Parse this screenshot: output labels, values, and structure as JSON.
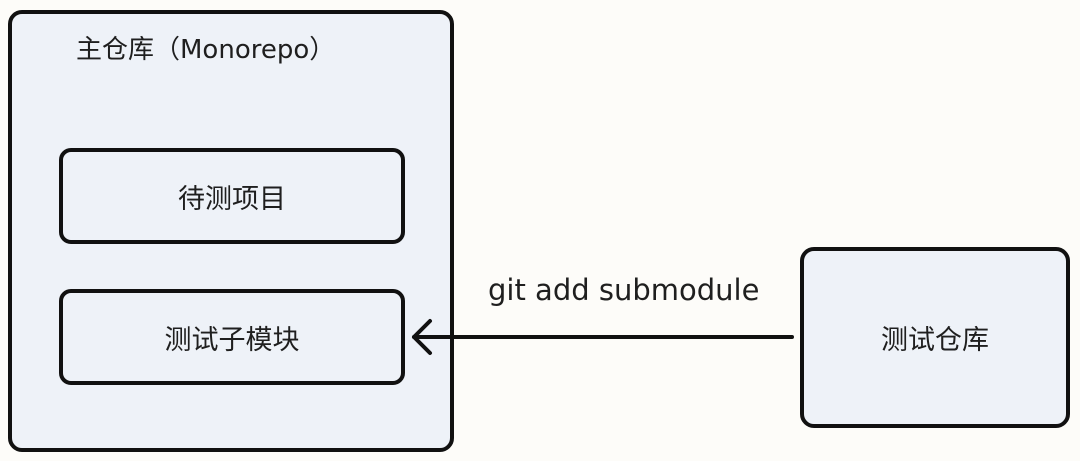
{
  "main_repo": {
    "title": "主仓库（Monorepo）",
    "project_label": "待测项目",
    "submodule_label": "测试子模块"
  },
  "test_repo": {
    "label": "测试仓库"
  },
  "arrow": {
    "label": "git add submodule"
  }
}
